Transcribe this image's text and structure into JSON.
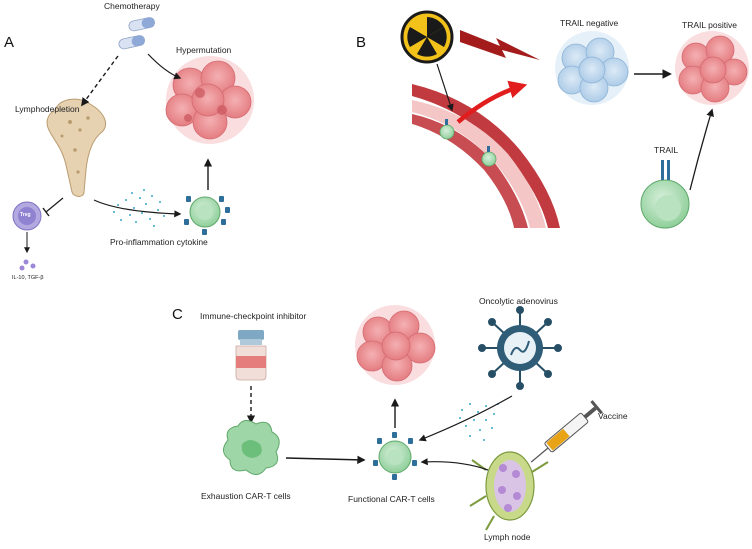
{
  "panels": {
    "a": {
      "letter": "A",
      "chemotherapy": "Chemotherapy",
      "hypermutation": "Hypermutation",
      "lymphodepletion": "Lymphodepletion",
      "treg": "Treg",
      "cytokines_out": "IL-10, TGF-β",
      "pro_inflammation": "Pro-inflammation cytokine"
    },
    "b": {
      "letter": "B",
      "trail_negative": "TRAIL negative",
      "trail_positive": "TRAIL positive",
      "trail": "TRAIL"
    },
    "c": {
      "letter": "C",
      "checkpoint_inhibitor": "Immune-checkpoint inhibitor",
      "oncolytic_adenovirus": "Oncolytic adenovirus",
      "vaccine": "Vaccine",
      "exhaustion": "Exhaustion CAR-T cells",
      "functional": "Functional  CAR-T cells",
      "lymph_node": "Lymph node"
    }
  },
  "colors": {
    "tumor_pink": "#e98f93",
    "tumor_blue": "#b7d3ea",
    "tcell_green": "#9fd6a8",
    "receptor_blue": "#2d6e9a",
    "vessel_red": "#c13a3f",
    "radiation_yellow": "#f2c21b",
    "arrow_red": "#e11d1d"
  },
  "icons": [
    "pill-icon",
    "bone-icon",
    "radiation-icon",
    "lightning-icon",
    "vial-icon",
    "virus-icon",
    "syringe-icon",
    "lymph-node-icon"
  ]
}
